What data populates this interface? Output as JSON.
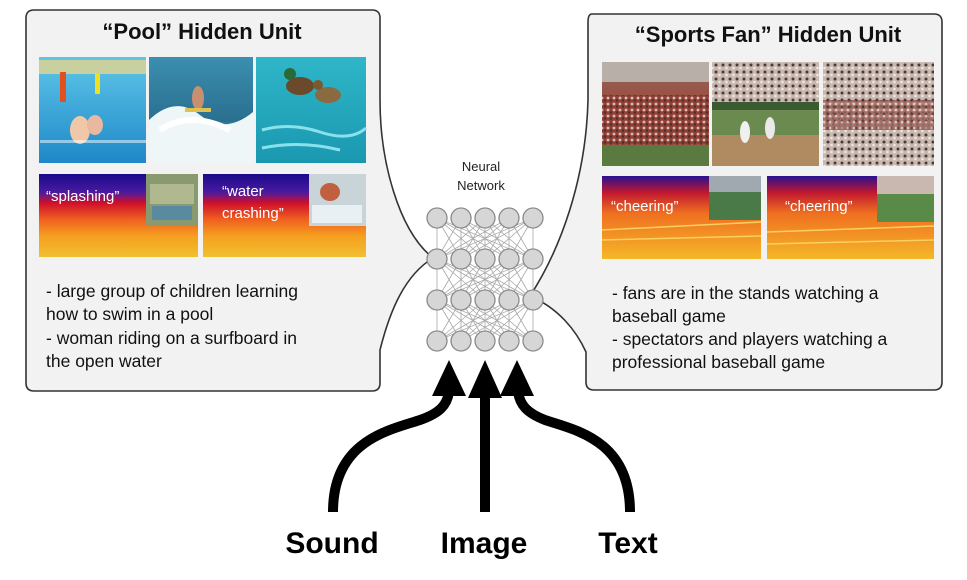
{
  "left_panel": {
    "title": "“Pool” Hidden Unit",
    "spectrogram_labels": [
      "“splashing”",
      "“water",
      "crashing”"
    ],
    "captions": [
      "- large group of children learning",
      "how to swim  in a pool",
      "- woman riding on a surfboard in",
      "the open water"
    ]
  },
  "right_panel": {
    "title": "“Sports Fan” Hidden Unit",
    "spectrogram_labels": [
      "“cheering”",
      "“cheering”"
    ],
    "captions": [
      "- fans are in the stands watching a",
      "baseball game",
      "- spectators and players watching a",
      "professional baseball game"
    ]
  },
  "network": {
    "label_line1": "Neural",
    "label_line2": "Network"
  },
  "modalities": [
    "Sound",
    "Image",
    "Text"
  ],
  "colors": {
    "panel_fill": "#f2f2f2",
    "panel_border": "#333333",
    "node_fill": "#d6d6d6",
    "node_stroke": "#8a8a8a",
    "arrow": "#000000"
  }
}
